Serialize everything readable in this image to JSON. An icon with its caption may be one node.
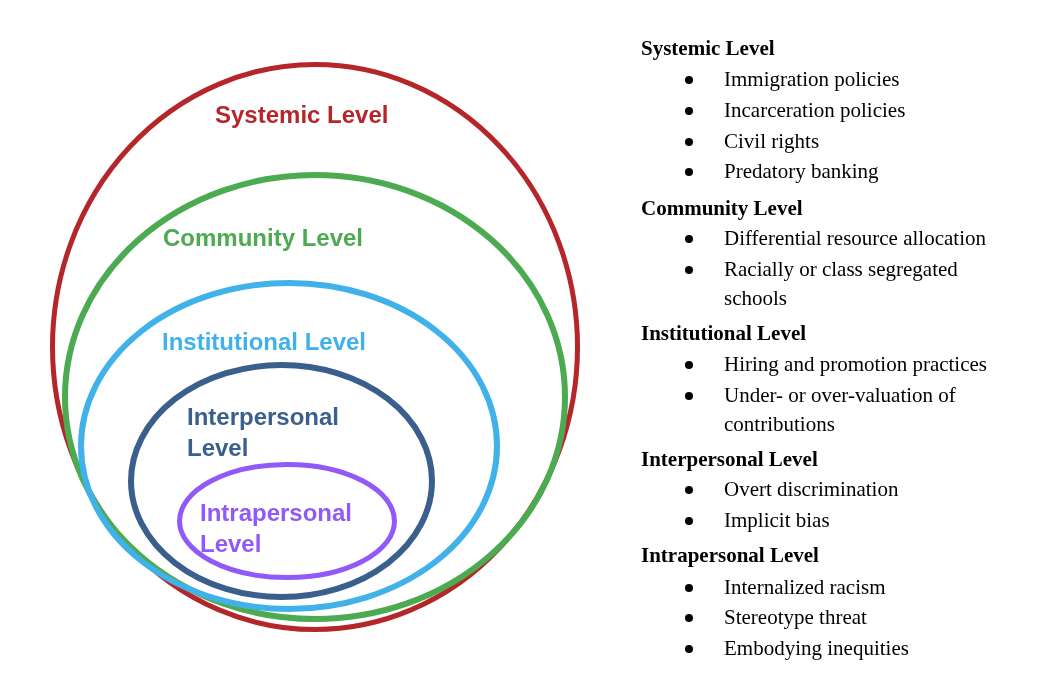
{
  "diagram": {
    "nodes": [
      {
        "text": [
          "Systemic Level"
        ]
      },
      {
        "text": [
          "Community Level"
        ],
        "in": 0
      },
      {
        "text": [
          "Institutional Level"
        ],
        "in": 1
      },
      {
        "text": [
          "Interpersonal Level"
        ],
        "in": 2
      },
      {
        "text": [
          "Intrapersonal Level"
        ],
        "in": 3
      }
    ],
    "labels": [
      "Systemic Level",
      "Immigration policies",
      "Incarceration policies",
      "Civil rights",
      "Predatory banking",
      "Community Level",
      "Differential resource allocation",
      "Racially or class segregated schools",
      "Institutional Level",
      "Hiring and promotion practices",
      "Under- or over-valuation of contributions",
      "Interpersonal Level",
      "Overt discrimination",
      "Implicit bias",
      "Intrapersonal Level",
      "Internalized racism",
      "Stereotype threat",
      "Embodying inequities"
    ]
  }
}
